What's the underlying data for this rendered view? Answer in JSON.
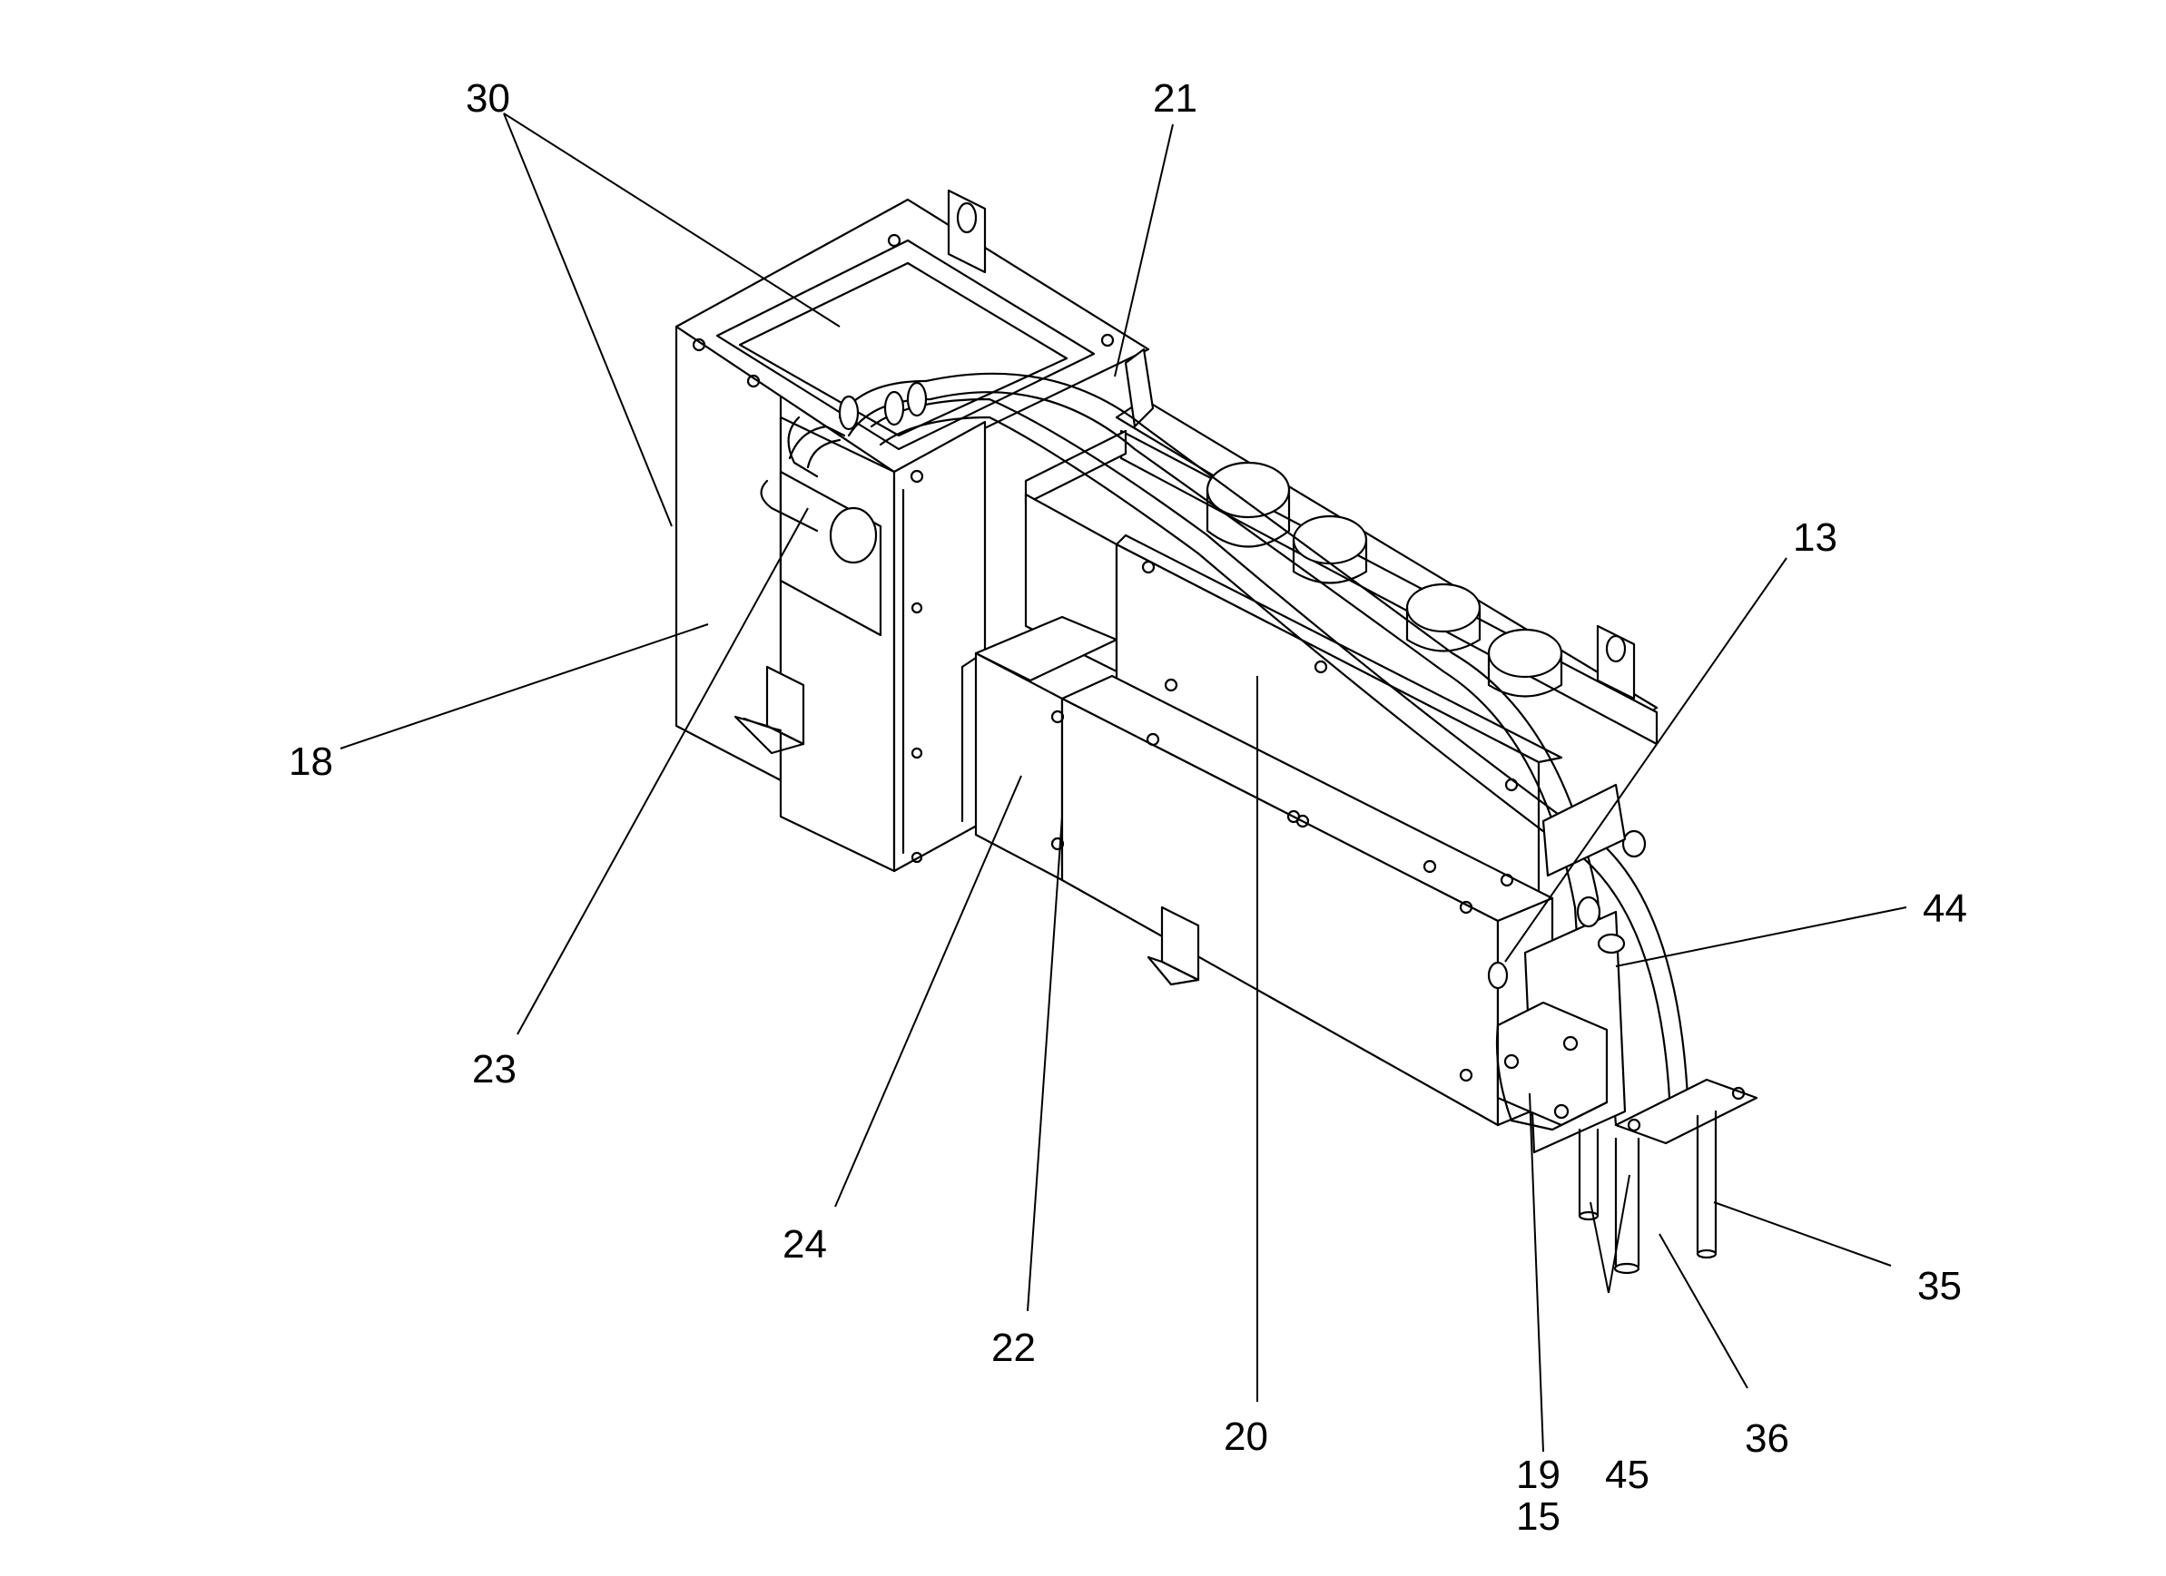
{
  "callouts": [
    {
      "id": "c30",
      "label": "30"
    },
    {
      "id": "c21",
      "label": "21"
    },
    {
      "id": "c13",
      "label": "13"
    },
    {
      "id": "c44",
      "label": "44"
    },
    {
      "id": "c18",
      "label": "18"
    },
    {
      "id": "c23",
      "label": "23"
    },
    {
      "id": "c24",
      "label": "24"
    },
    {
      "id": "c22",
      "label": "22"
    },
    {
      "id": "c20",
      "label": "20"
    },
    {
      "id": "c19",
      "label": "19"
    },
    {
      "id": "c15",
      "label": "15"
    },
    {
      "id": "c45",
      "label": "45"
    },
    {
      "id": "c36",
      "label": "36"
    },
    {
      "id": "c35",
      "label": "35"
    }
  ]
}
